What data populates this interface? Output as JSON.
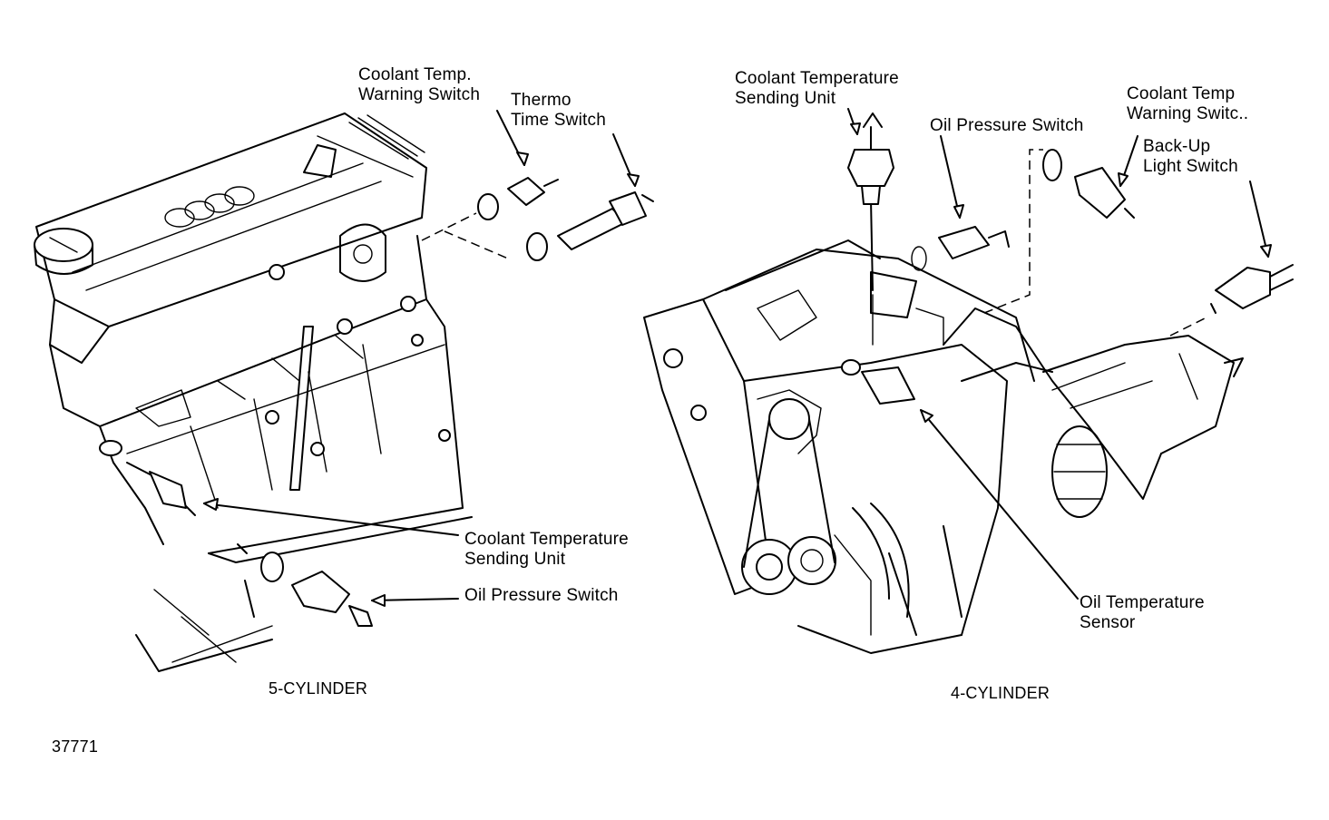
{
  "figure_number": "37771",
  "left_engine": {
    "caption": "5-CYLINDER",
    "labels": {
      "coolant_temp_warning_switch": [
        "Coolant Temp.",
        "Warning Switch"
      ],
      "thermo_time_switch": [
        "Thermo",
        "Time Switch"
      ],
      "coolant_temperature_sending_unit": [
        "Coolant Temperature",
        "Sending Unit"
      ],
      "oil_pressure_switch": [
        "Oil Pressure Switch"
      ]
    }
  },
  "right_engine": {
    "caption": "4-CYLINDER",
    "labels": {
      "coolant_temperature_sending_unit": [
        "Coolant Temperature",
        "Sending Unit"
      ],
      "oil_pressure_switch": [
        "Oil Pressure Switch"
      ],
      "coolant_temp_warning_switch": [
        "Coolant Temp",
        "Warning Switc.."
      ],
      "back_up_light_switch": [
        "Back-Up",
        "Light Switch"
      ],
      "oil_temperature_sensor": [
        "Oil Temperature",
        "Sensor"
      ]
    }
  },
  "colors": {
    "line": "#000000",
    "background": "#ffffff"
  }
}
